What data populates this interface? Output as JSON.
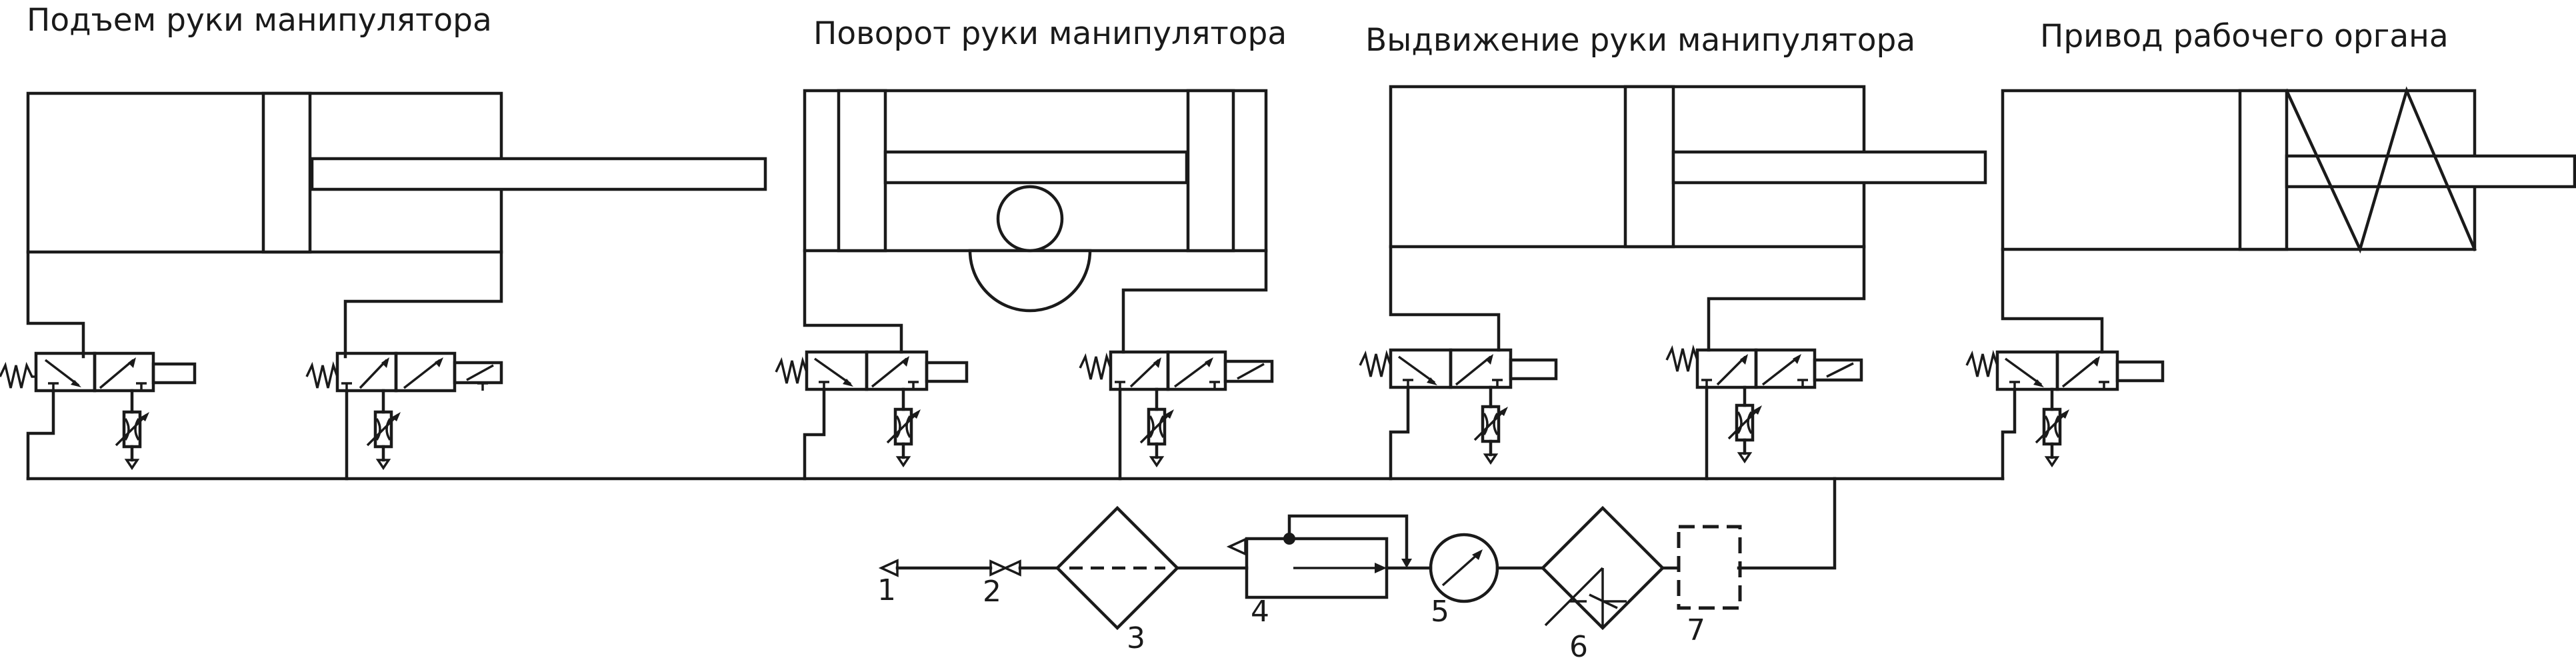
{
  "actuators": [
    {
      "title": "Подъем руки манипулятора"
    },
    {
      "title": "Поворот руки манипулятора"
    },
    {
      "title": "Выдвижение руки манипулятора"
    },
    {
      "title": "Привод рабочего органа"
    }
  ],
  "supply_line": [
    {
      "number": "1",
      "icon": "port-icon"
    },
    {
      "number": "2",
      "icon": "shutoff-valve-icon"
    },
    {
      "number": "3",
      "icon": "filter-icon"
    },
    {
      "number": "4",
      "icon": "pressure-regulator-icon"
    },
    {
      "number": "5",
      "icon": "pressure-gauge-icon"
    },
    {
      "number": "6",
      "icon": "lubricator-icon"
    },
    {
      "number": "7",
      "icon": "dashed-component-icon"
    }
  ]
}
